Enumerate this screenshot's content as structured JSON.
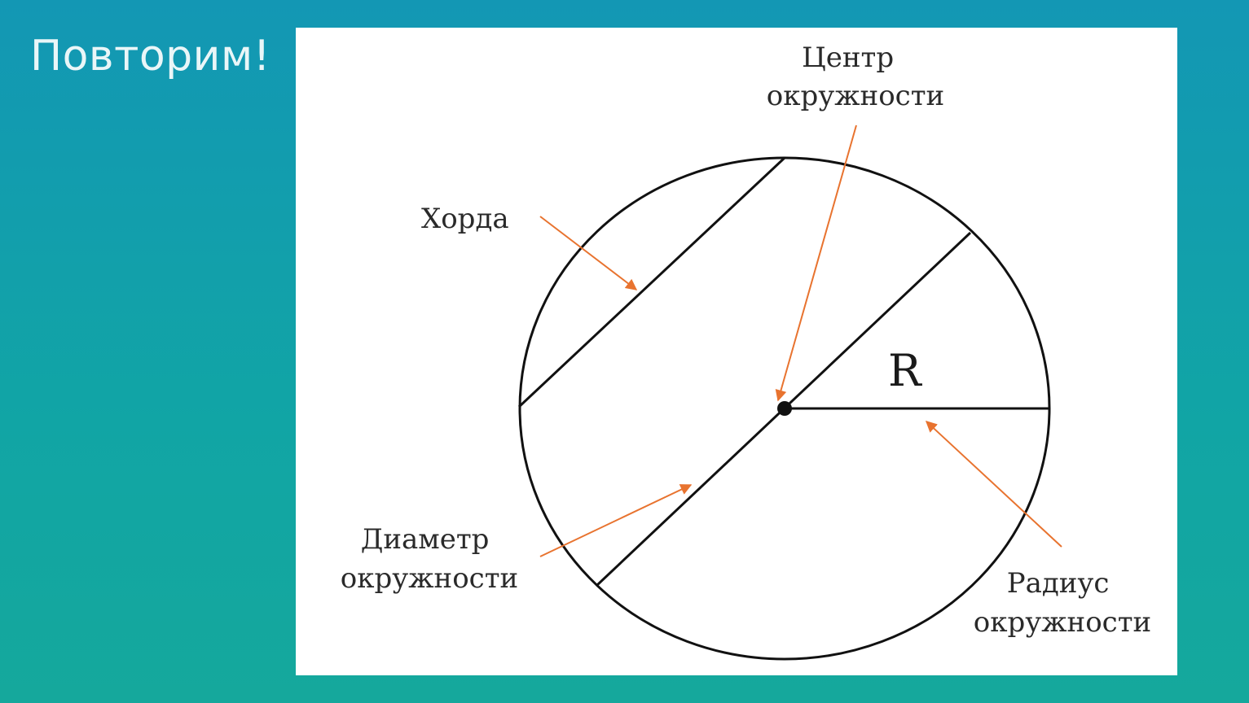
{
  "slide": {
    "title": "Повторим!"
  },
  "diagram": {
    "radius_symbol": "R",
    "labels": {
      "center": [
        "Центр",
        "окружности"
      ],
      "chord": [
        "Хорда"
      ],
      "diameter": [
        "Диаметр",
        "окружности"
      ],
      "radius": [
        "Радиус",
        "окружности"
      ]
    },
    "colors": {
      "lines": "#111111",
      "arrows": "#e8732f",
      "background": "#1397b4",
      "panel": "#ffffff"
    }
  }
}
